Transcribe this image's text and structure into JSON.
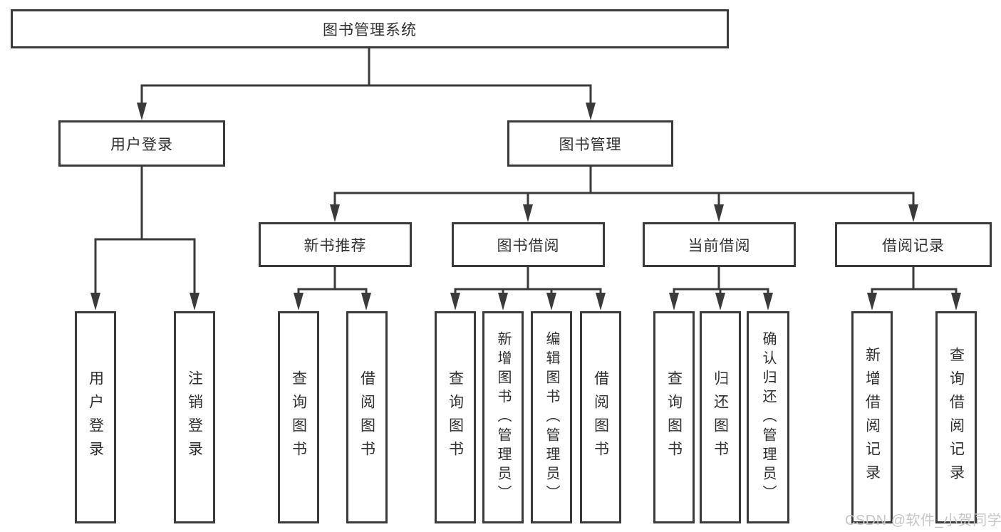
{
  "diagram": {
    "title": "图书管理系统",
    "root": {
      "label": "图书管理系统"
    },
    "branches": [
      {
        "label": "用户登录"
      },
      {
        "label": "图书管理"
      }
    ],
    "modules": [
      {
        "label": "新书推荐"
      },
      {
        "label": "图书借阅"
      },
      {
        "label": "当前借阅"
      },
      {
        "label": "借阅记录"
      }
    ],
    "functions": [
      {
        "label": "用户登录"
      },
      {
        "label": "注销登录"
      },
      {
        "label": "查询图书"
      },
      {
        "label": "借阅图书"
      },
      {
        "label": "查询图书"
      },
      {
        "label": "新增图书（管理员）"
      },
      {
        "label": "编辑图书（管理员）"
      },
      {
        "label": "借阅图书"
      },
      {
        "label": "查询图书"
      },
      {
        "label": "归还图书"
      },
      {
        "label": "确认归还（管理员）"
      },
      {
        "label": "新增借阅记录"
      },
      {
        "label": "查询借阅记录"
      }
    ]
  },
  "watermark": {
    "text": "CSDN @软件_小贺同学"
  },
  "colors": {
    "line": "#3a3a3a",
    "text": "#2f2f2f",
    "watermark": "#c6c6c6",
    "background": "#ffffff"
  }
}
